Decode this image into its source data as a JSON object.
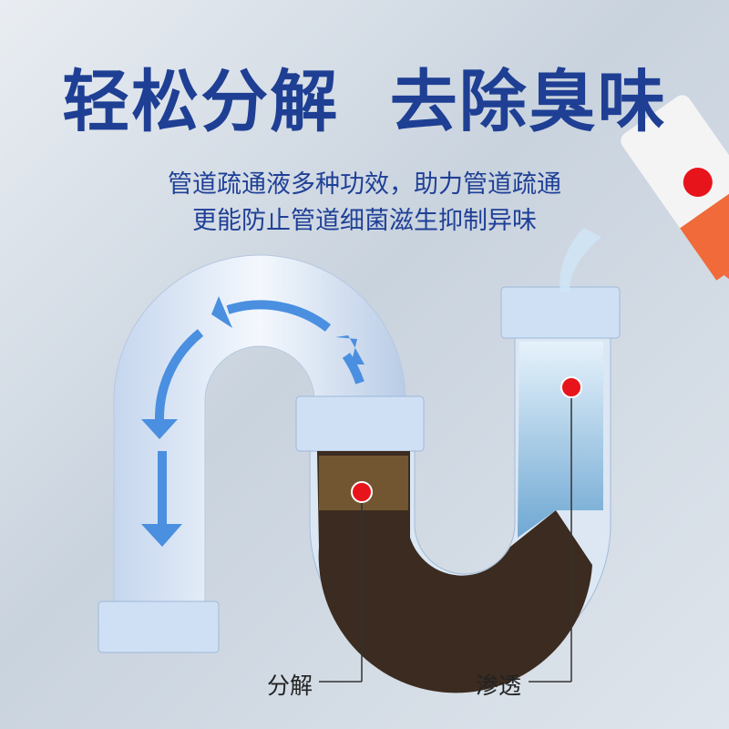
{
  "headline": "轻松分解  去除臭味",
  "subtitle_lines": [
    "管道疏通液多种功效，助力管道疏通",
    "更能防止管道细菌滋生抑制异味"
  ],
  "labels": {
    "decompose": "分解",
    "penetrate": "渗透"
  },
  "colors": {
    "title": "#1e3f93",
    "arrow": "#4a8fe0",
    "marker": "#e8141b",
    "bottle": "#f06a3a"
  }
}
